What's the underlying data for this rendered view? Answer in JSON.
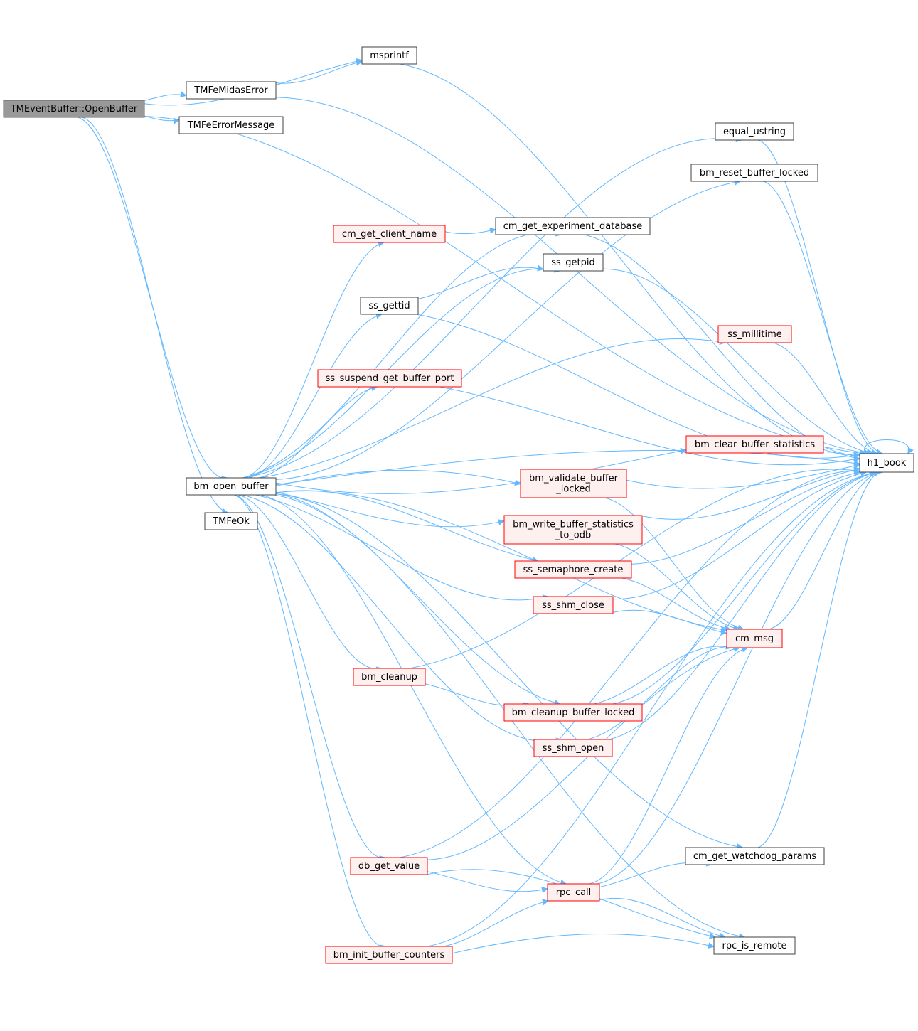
{
  "colors": {
    "edge": "#63b8ff",
    "plain_fill": "#ffffff",
    "plain_stroke": "#404040",
    "red_fill": "#fff0f0",
    "red_stroke": "#ff0000",
    "root_fill": "#999999",
    "root_stroke": "#666666",
    "text": "#000000"
  },
  "nodes": [
    {
      "id": "openbuffer",
      "lines": [
        "TMEventBuffer::OpenBuffer"
      ],
      "style": "root"
    },
    {
      "id": "msprintf",
      "lines": [
        "msprintf"
      ],
      "style": "plain"
    },
    {
      "id": "midaserror",
      "lines": [
        "TMFeMidasError"
      ],
      "style": "plain"
    },
    {
      "id": "errormessage",
      "lines": [
        "TMFeErrorMessage"
      ],
      "style": "plain"
    },
    {
      "id": "equal_ustring",
      "lines": [
        "equal_ustring"
      ],
      "style": "plain"
    },
    {
      "id": "bm_reset",
      "lines": [
        "bm_reset_buffer_locked"
      ],
      "style": "plain"
    },
    {
      "id": "cm_get_client_name",
      "lines": [
        "cm_get_client_name"
      ],
      "style": "red"
    },
    {
      "id": "cm_get_exp_db",
      "lines": [
        "cm_get_experiment_database"
      ],
      "style": "plain"
    },
    {
      "id": "ss_getpid",
      "lines": [
        "ss_getpid"
      ],
      "style": "plain"
    },
    {
      "id": "ss_gettid",
      "lines": [
        "ss_gettid"
      ],
      "style": "plain"
    },
    {
      "id": "ss_millitime",
      "lines": [
        "ss_millitime"
      ],
      "style": "red"
    },
    {
      "id": "ss_suspend",
      "lines": [
        "ss_suspend_get_buffer_port"
      ],
      "style": "red"
    },
    {
      "id": "bm_clear",
      "lines": [
        "bm_clear_buffer_statistics"
      ],
      "style": "red"
    },
    {
      "id": "h1_book",
      "lines": [
        "h1_book"
      ],
      "style": "plain"
    },
    {
      "id": "bm_open_buffer",
      "lines": [
        "bm_open_buffer"
      ],
      "style": "plain"
    },
    {
      "id": "bm_validate",
      "lines": [
        "bm_validate_buffer",
        "_locked"
      ],
      "style": "red"
    },
    {
      "id": "bm_write",
      "lines": [
        "bm_write_buffer_statistics",
        "_to_odb"
      ],
      "style": "red"
    },
    {
      "id": "tmfeok",
      "lines": [
        "TMFeOk"
      ],
      "style": "plain"
    },
    {
      "id": "ss_sem",
      "lines": [
        "ss_semaphore_create"
      ],
      "style": "red"
    },
    {
      "id": "ss_shm_close",
      "lines": [
        "ss_shm_close"
      ],
      "style": "red"
    },
    {
      "id": "cm_msg",
      "lines": [
        "cm_msg"
      ],
      "style": "red"
    },
    {
      "id": "bm_cleanup",
      "lines": [
        "bm_cleanup"
      ],
      "style": "red"
    },
    {
      "id": "bm_cleanup_locked",
      "lines": [
        "bm_cleanup_buffer_locked"
      ],
      "style": "red"
    },
    {
      "id": "ss_shm_open",
      "lines": [
        "ss_shm_open"
      ],
      "style": "red"
    },
    {
      "id": "cm_get_watchdog",
      "lines": [
        "cm_get_watchdog_params"
      ],
      "style": "plain"
    },
    {
      "id": "db_get_value",
      "lines": [
        "db_get_value"
      ],
      "style": "red"
    },
    {
      "id": "rpc_call",
      "lines": [
        "rpc_call"
      ],
      "style": "red"
    },
    {
      "id": "rpc_is_remote",
      "lines": [
        "rpc_is_remote"
      ],
      "style": "plain"
    },
    {
      "id": "bm_init",
      "lines": [
        "bm_init_buffer_counters"
      ],
      "style": "red"
    }
  ],
  "edges": [
    [
      "openbuffer",
      "msprintf"
    ],
    [
      "openbuffer",
      "midaserror"
    ],
    [
      "openbuffer",
      "errormessage"
    ],
    [
      "openbuffer",
      "h1_book"
    ],
    [
      "openbuffer",
      "bm_open_buffer"
    ],
    [
      "openbuffer",
      "tmfeok"
    ],
    [
      "midaserror",
      "msprintf"
    ],
    [
      "midaserror",
      "h1_book"
    ],
    [
      "msprintf",
      "h1_book"
    ],
    [
      "bm_open_buffer",
      "equal_ustring"
    ],
    [
      "bm_open_buffer",
      "bm_reset"
    ],
    [
      "bm_open_buffer",
      "cm_get_exp_db"
    ],
    [
      "bm_open_buffer",
      "cm_get_client_name"
    ],
    [
      "bm_open_buffer",
      "ss_getpid"
    ],
    [
      "bm_open_buffer",
      "ss_gettid"
    ],
    [
      "bm_open_buffer",
      "ss_millitime"
    ],
    [
      "bm_open_buffer",
      "ss_suspend"
    ],
    [
      "bm_open_buffer",
      "h1_book"
    ],
    [
      "bm_open_buffer",
      "bm_clear"
    ],
    [
      "bm_open_buffer",
      "bm_validate"
    ],
    [
      "bm_open_buffer",
      "bm_write"
    ],
    [
      "bm_open_buffer",
      "ss_sem"
    ],
    [
      "bm_open_buffer",
      "ss_shm_close"
    ],
    [
      "bm_open_buffer",
      "cm_msg"
    ],
    [
      "bm_open_buffer",
      "bm_cleanup"
    ],
    [
      "bm_open_buffer",
      "bm_cleanup_locked"
    ],
    [
      "bm_open_buffer",
      "ss_shm_open"
    ],
    [
      "bm_open_buffer",
      "cm_get_watchdog"
    ],
    [
      "bm_open_buffer",
      "db_get_value"
    ],
    [
      "bm_open_buffer",
      "rpc_call"
    ],
    [
      "bm_open_buffer",
      "bm_init"
    ],
    [
      "bm_open_buffer",
      "rpc_is_remote"
    ],
    [
      "cm_get_client_name",
      "cm_get_exp_db"
    ],
    [
      "ss_gettid",
      "ss_getpid"
    ],
    [
      "equal_ustring",
      "h1_book"
    ],
    [
      "bm_reset",
      "h1_book"
    ],
    [
      "cm_get_exp_db",
      "h1_book"
    ],
    [
      "ss_getpid",
      "h1_book"
    ],
    [
      "ss_gettid",
      "h1_book"
    ],
    [
      "ss_millitime",
      "h1_book"
    ],
    [
      "ss_suspend",
      "h1_book"
    ],
    [
      "bm_clear",
      "h1_book"
    ],
    [
      "bm_validate",
      "h1_book"
    ],
    [
      "bm_validate",
      "cm_msg"
    ],
    [
      "bm_write",
      "h1_book"
    ],
    [
      "bm_write",
      "cm_msg"
    ],
    [
      "ss_sem",
      "h1_book"
    ],
    [
      "ss_sem",
      "cm_msg"
    ],
    [
      "ss_shm_close",
      "h1_book"
    ],
    [
      "ss_shm_close",
      "cm_msg"
    ],
    [
      "cm_msg",
      "h1_book"
    ],
    [
      "bm_cleanup",
      "h1_book"
    ],
    [
      "bm_cleanup",
      "bm_cleanup_locked"
    ],
    [
      "bm_cleanup_locked",
      "cm_msg"
    ],
    [
      "bm_cleanup_locked",
      "h1_book"
    ],
    [
      "ss_shm_open",
      "cm_msg"
    ],
    [
      "ss_shm_open",
      "h1_book"
    ],
    [
      "cm_get_watchdog",
      "h1_book"
    ],
    [
      "db_get_value",
      "cm_msg"
    ],
    [
      "db_get_value",
      "h1_book"
    ],
    [
      "db_get_value",
      "rpc_call"
    ],
    [
      "db_get_value",
      "rpc_is_remote"
    ],
    [
      "rpc_call",
      "cm_msg"
    ],
    [
      "rpc_call",
      "cm_get_watchdog"
    ],
    [
      "rpc_call",
      "h1_book"
    ],
    [
      "rpc_call",
      "rpc_is_remote"
    ],
    [
      "bm_init",
      "rpc_call"
    ],
    [
      "bm_init",
      "rpc_is_remote"
    ],
    [
      "bm_init",
      "h1_book"
    ],
    [
      "h1_book",
      "h1_book"
    ]
  ]
}
